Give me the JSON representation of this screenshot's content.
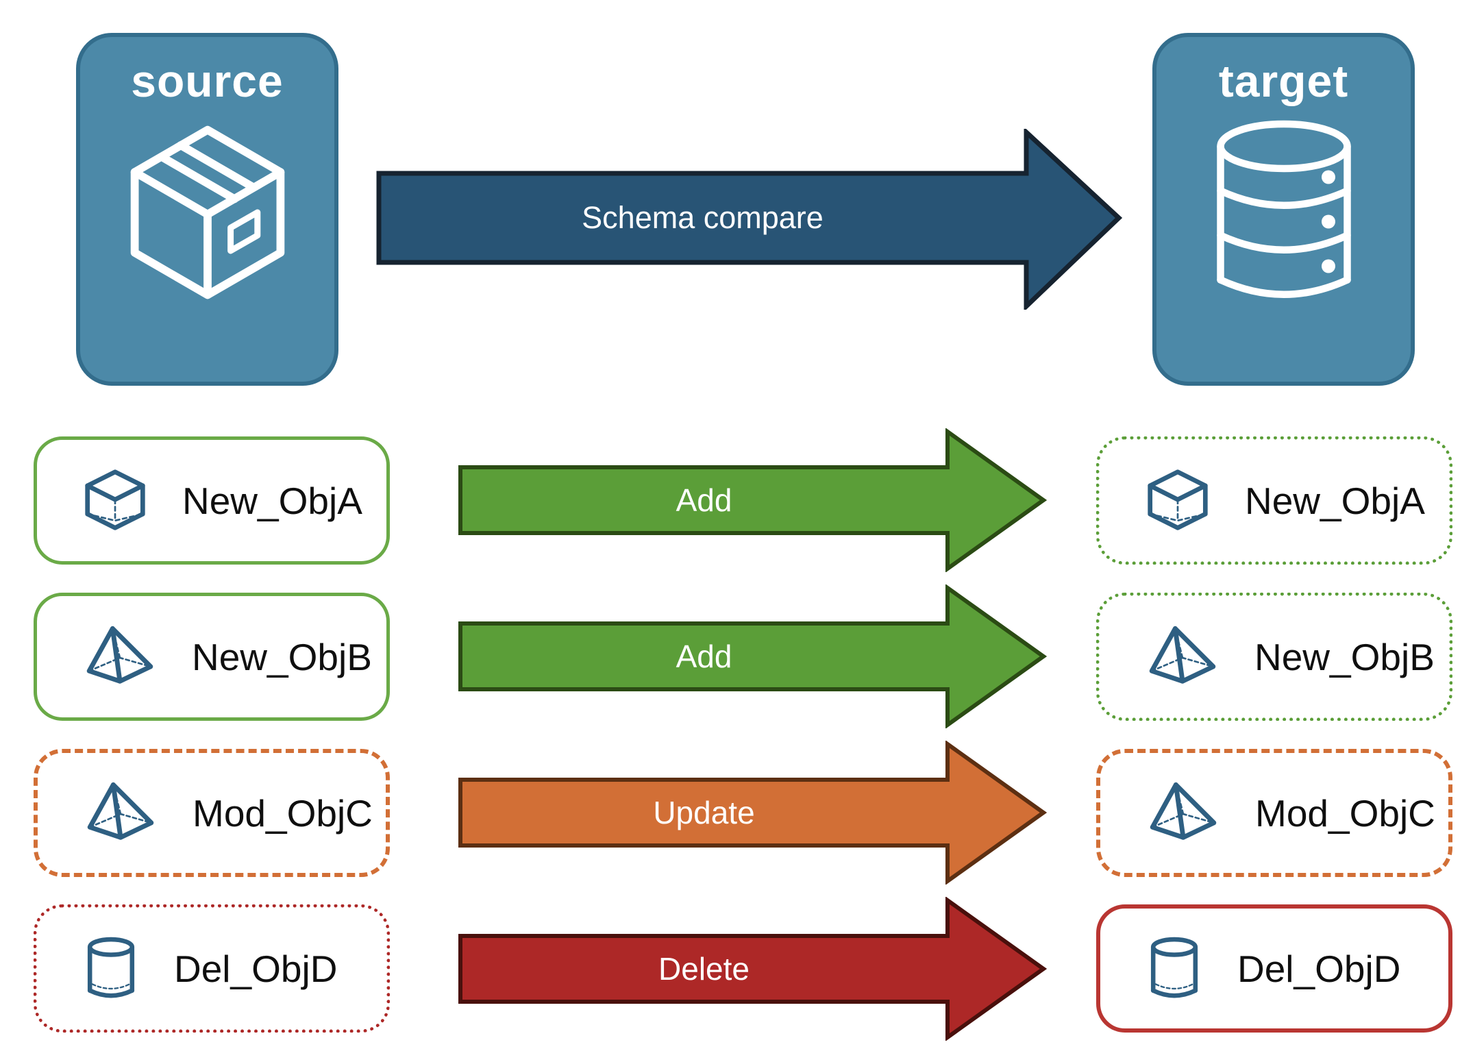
{
  "nodes": {
    "source": {
      "label": "source",
      "icon": "package-icon"
    },
    "target": {
      "label": "target",
      "icon": "database-icon"
    }
  },
  "main_arrow": {
    "label": "Schema compare",
    "color": "#285475"
  },
  "rows": [
    {
      "object": "New_ObjA",
      "action": "Add",
      "icon": "cube-icon",
      "action_color": "#5b9e38",
      "source_border": "solid green",
      "target_border": "dotted green"
    },
    {
      "object": "New_ObjB",
      "action": "Add",
      "icon": "pyramid-icon",
      "action_color": "#5b9e38",
      "source_border": "solid green",
      "target_border": "dotted green"
    },
    {
      "object": "Mod_ObjC",
      "action": "Update",
      "icon": "pyramid-icon",
      "action_color": "#d26f36",
      "source_border": "dashed orange",
      "target_border": "dashed orange"
    },
    {
      "object": "Del_ObjD",
      "action": "Delete",
      "icon": "cylinder-icon",
      "action_color": "#ad2827",
      "source_border": "dotted red",
      "target_border": "solid red"
    }
  ],
  "colors": {
    "node_fill": "#4c89a8",
    "node_border": "#336d8c",
    "main_arrow_fill": "#285475",
    "main_arrow_border": "#162330",
    "add_fill": "#5b9e38",
    "add_border": "#2b4b14",
    "update_fill": "#d26f36",
    "update_border": "#5c2f12",
    "delete_fill": "#ad2827",
    "delete_border": "#49100c",
    "green_border_solid": "#6aaa47",
    "green_border_dotted": "#5b9e38",
    "orange_border_dashed": "#d26f36",
    "red_border_dotted": "#ad2827",
    "red_border_solid": "#b93632",
    "icon_blue": "#2e5f82",
    "label_text": "#0f0f0f"
  }
}
